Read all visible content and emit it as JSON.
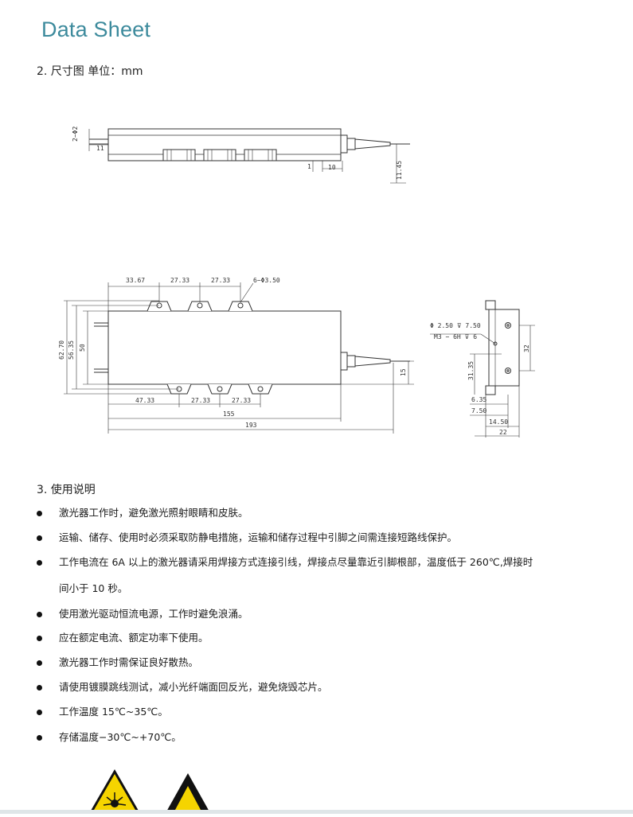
{
  "header": {
    "title": "Data Sheet"
  },
  "section2": {
    "heading": "2. 尺寸图 单位：mm"
  },
  "top_view": {
    "dims": {
      "d2": "2−Φ2",
      "d11": "11",
      "d1": "1",
      "d10": "10",
      "d11_45": "11.45"
    }
  },
  "front_view": {
    "dims": {
      "d33_67": "33.67",
      "d27_33a": "27.33",
      "d27_33b": "27.33",
      "holes": "6−Φ3.50",
      "d62_70": "62.70",
      "d56_35": "56.35",
      "d50": "50",
      "d15": "15",
      "d47_33": "47.33",
      "d27_33c": "27.33",
      "d27_33d": "27.33",
      "d155": "155",
      "d193": "193"
    }
  },
  "side_view": {
    "dims": {
      "hole_spec1": "Φ 2.50 ⊽ 7.50",
      "hole_spec2": "M3 − 6H ⊽ 6",
      "d32": "32",
      "d31_35": "31.35",
      "d6_35": "6.35",
      "d7_50": "7.50",
      "d14_50": "14.50",
      "d22": "22"
    }
  },
  "section3": {
    "heading": "3. 使用说明",
    "items": [
      "激光器工作时，避免激光照射眼睛和皮肤。",
      "运输、储存、使用时必须采取防静电措施，运输和储存过程中引脚之间需连接短路线保护。",
      "工作电流在  6A  以上的激光器请采用焊接方式连接引线，焊接点尽量靠近引脚根部，温度低于  260℃,焊接时",
      "间小于  10  秒。",
      "使用激光驱动恒流电源，工作时避免浪涌。",
      "应在额定电流、额定功率下使用。",
      "激光器工作时需保证良好散热。",
      "请使用镀膜跳线测试，减小光纤端面回反光，避免烧毁芯片。",
      "工作温度  15℃~35℃。",
      "存储温度−30℃~+70℃。"
    ]
  },
  "colors": {
    "title": "#3c8a9c",
    "warning_yellow": "#f5d400"
  }
}
